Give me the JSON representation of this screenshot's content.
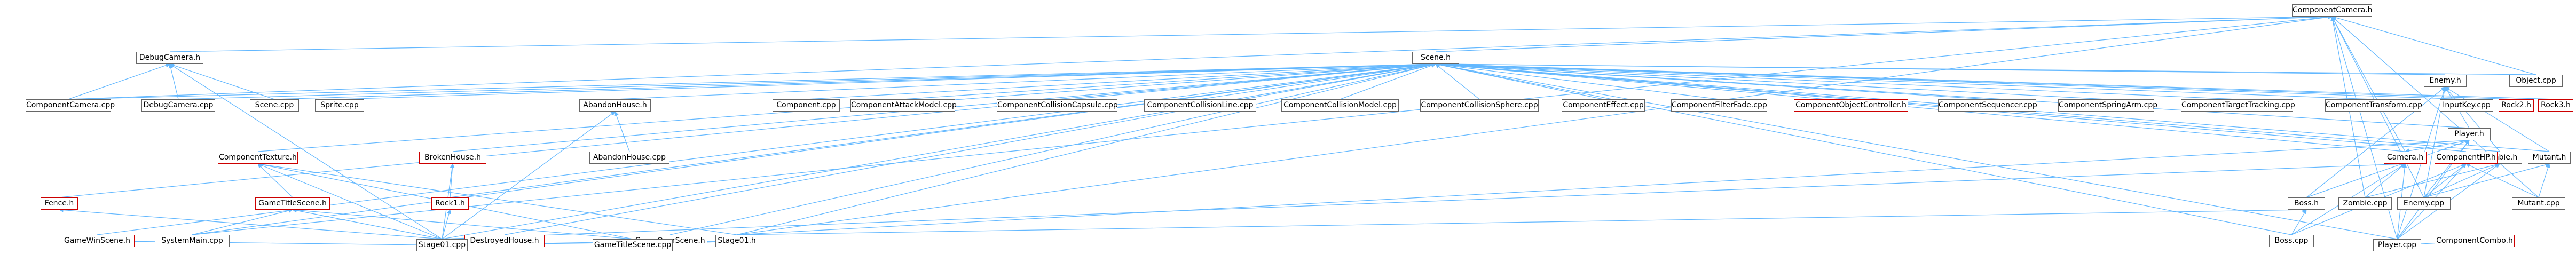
{
  "graph": {
    "nodes": {
      "componentcamera_h": {
        "label": "ComponentCamera.h",
        "kind": "root"
      },
      "debugcamera_h": {
        "label": "DebugCamera.h",
        "kind": "normal"
      },
      "scene_h": {
        "label": "Scene.h",
        "kind": "normal"
      },
      "componentcamera_cpp": {
        "label": "ComponentCamera.cpp",
        "kind": "normal"
      },
      "debugcamera_cpp": {
        "label": "DebugCamera.cpp",
        "kind": "normal"
      },
      "scene_cpp": {
        "label": "Scene.cpp",
        "kind": "normal"
      },
      "sprite_cpp": {
        "label": "Sprite.cpp",
        "kind": "normal"
      },
      "abandonhouse_h": {
        "label": "AbandonHouse.h",
        "kind": "normal"
      },
      "abandonhouse_cpp": {
        "label": "AbandonHouse.cpp",
        "kind": "normal"
      },
      "component_cpp": {
        "label": "Component.cpp",
        "kind": "normal"
      },
      "componentattackmodel_cpp": {
        "label": "ComponentAttackModel.cpp",
        "kind": "normal"
      },
      "componentcollisioncapsule_cpp": {
        "label": "ComponentCollisionCapsule.cpp",
        "kind": "normal"
      },
      "componentcollisionline_cpp": {
        "label": "ComponentCollisionLine.cpp",
        "kind": "normal"
      },
      "componentcollisionmodel_cpp": {
        "label": "ComponentCollisionModel.cpp",
        "kind": "normal"
      },
      "componentcollisionsphere_cpp": {
        "label": "ComponentCollisionSphere.cpp",
        "kind": "normal"
      },
      "componenteffect_cpp": {
        "label": "ComponentEffect.cpp",
        "kind": "normal"
      },
      "componentfilterfade_cpp": {
        "label": "ComponentFilterFade.cpp",
        "kind": "normal"
      },
      "componentobjectcontroller_h": {
        "label": "ComponentObjectController.h",
        "kind": "missing"
      },
      "componentsequencer_cpp": {
        "label": "ComponentSequencer.cpp",
        "kind": "normal"
      },
      "componentspringarm_cpp": {
        "label": "ComponentSpringArm.cpp",
        "kind": "normal"
      },
      "componenttargettracking_cpp": {
        "label": "ComponentTargetTracking.cpp",
        "kind": "normal"
      },
      "componenttransform_cpp": {
        "label": "ComponentTransform.cpp",
        "kind": "normal"
      },
      "inputkey_cpp": {
        "label": "InputKey.cpp",
        "kind": "normal"
      },
      "rock2_h": {
        "label": "Rock2.h",
        "kind": "missing"
      },
      "rock3_h": {
        "label": "Rock3.h",
        "kind": "missing"
      },
      "enemy_h": {
        "label": "Enemy.h",
        "kind": "normal"
      },
      "object_cpp": {
        "label": "Object.cpp",
        "kind": "normal"
      },
      "componenttexture_h": {
        "label": "ComponentTexture.h",
        "kind": "missing"
      },
      "brokenhouse_h": {
        "label": "BrokenHouse.h",
        "kind": "missing"
      },
      "camera_h": {
        "label": "Camera.h",
        "kind": "missing"
      },
      "player_h": {
        "label": "Player.h",
        "kind": "normal"
      },
      "zombie_h": {
        "label": "Zombie.h",
        "kind": "normal"
      },
      "componenthp_h": {
        "label": "ComponentHP.h",
        "kind": "missing"
      },
      "mutant_h": {
        "label": "Mutant.h",
        "kind": "normal"
      },
      "fence_h": {
        "label": "Fence.h",
        "kind": "missing"
      },
      "gametitlescene_h": {
        "label": "GameTitleScene.h",
        "kind": "missing"
      },
      "rock1_h": {
        "label": "Rock1.h",
        "kind": "missing"
      },
      "enemy_cpp": {
        "label": "Enemy.cpp",
        "kind": "normal"
      },
      "zombie_cpp": {
        "label": "Zombie.cpp",
        "kind": "normal"
      },
      "mutant_cpp": {
        "label": "Mutant.cpp",
        "kind": "normal"
      },
      "boss_h": {
        "label": "Boss.h",
        "kind": "normal"
      },
      "gamewinscene_h": {
        "label": "GameWinScene.h",
        "kind": "missing"
      },
      "systemmain_cpp": {
        "label": "SystemMain.cpp",
        "kind": "normal"
      },
      "destroyedhouse_h": {
        "label": "DestroyedHouse.h",
        "kind": "missing"
      },
      "gameoverscene_h": {
        "label": "GameOverScene.h",
        "kind": "missing"
      },
      "stage01_h": {
        "label": "Stage01.h",
        "kind": "normal"
      },
      "boss_cpp": {
        "label": "Boss.cpp",
        "kind": "normal"
      },
      "componentcombo_h": {
        "label": "ComponentCombo.h",
        "kind": "missing"
      },
      "stage01_cpp": {
        "label": "Stage01.cpp",
        "kind": "normal"
      },
      "gametitlescene_cpp": {
        "label": "GameTitleScene.cpp",
        "kind": "normal"
      },
      "player_cpp": {
        "label": "Player.cpp",
        "kind": "normal"
      }
    },
    "edges": [
      [
        "debugcamera_h",
        "componentcamera_h"
      ],
      [
        "scene_h",
        "componentcamera_h"
      ],
      [
        "componentcamera_cpp",
        "componentcamera_h"
      ],
      [
        "camera_h",
        "componentcamera_h"
      ],
      [
        "object_cpp",
        "componentcamera_h"
      ],
      [
        "player_cpp",
        "componentcamera_h"
      ],
      [
        "enemy_cpp",
        "componentcamera_h"
      ],
      [
        "mutant_cpp",
        "componentcamera_h"
      ],
      [
        "zombie_cpp",
        "componentcamera_h"
      ],
      [
        "systemmain_cpp",
        "componentcamera_h"
      ],
      [
        "stage01_h",
        "componentcamera_h"
      ],
      [
        "componentcamera_cpp",
        "debugcamera_h"
      ],
      [
        "debugcamera_cpp",
        "debugcamera_h"
      ],
      [
        "scene_cpp",
        "debugcamera_h"
      ],
      [
        "stage01_cpp",
        "debugcamera_h"
      ],
      [
        "componentcamera_cpp",
        "scene_h"
      ],
      [
        "debugcamera_cpp",
        "scene_h"
      ],
      [
        "scene_cpp",
        "scene_h"
      ],
      [
        "sprite_cpp",
        "scene_h"
      ],
      [
        "abandonhouse_h",
        "scene_h"
      ],
      [
        "component_cpp",
        "scene_h"
      ],
      [
        "componentattackmodel_cpp",
        "scene_h"
      ],
      [
        "componentcollisioncapsule_cpp",
        "scene_h"
      ],
      [
        "componentcollisionline_cpp",
        "scene_h"
      ],
      [
        "componentcollisionmodel_cpp",
        "scene_h"
      ],
      [
        "componentcollisionsphere_cpp",
        "scene_h"
      ],
      [
        "componenteffect_cpp",
        "scene_h"
      ],
      [
        "componentfilterfade_cpp",
        "scene_h"
      ],
      [
        "componentobjectcontroller_h",
        "scene_h"
      ],
      [
        "componentsequencer_cpp",
        "scene_h"
      ],
      [
        "componentspringarm_cpp",
        "scene_h"
      ],
      [
        "componenttargettracking_cpp",
        "scene_h"
      ],
      [
        "componenttransform_cpp",
        "scene_h"
      ],
      [
        "inputkey_cpp",
        "scene_h"
      ],
      [
        "rock2_h",
        "scene_h"
      ],
      [
        "rock3_h",
        "scene_h"
      ],
      [
        "enemy_h",
        "scene_h"
      ],
      [
        "object_cpp",
        "scene_h"
      ],
      [
        "componenttexture_h",
        "scene_h"
      ],
      [
        "brokenhouse_h",
        "scene_h"
      ],
      [
        "camera_h",
        "scene_h"
      ],
      [
        "player_h",
        "scene_h"
      ],
      [
        "zombie_h",
        "scene_h"
      ],
      [
        "componenthp_h",
        "scene_h"
      ],
      [
        "mutant_h",
        "scene_h"
      ],
      [
        "fence_h",
        "scene_h"
      ],
      [
        "rock1_h",
        "scene_h"
      ],
      [
        "gamewinscene_h",
        "scene_h"
      ],
      [
        "systemmain_cpp",
        "scene_h"
      ],
      [
        "destroyedhouse_h",
        "scene_h"
      ],
      [
        "gameoverscene_h",
        "scene_h"
      ],
      [
        "stage01_h",
        "scene_h"
      ],
      [
        "stage01_cpp",
        "scene_h"
      ],
      [
        "boss_cpp",
        "scene_h"
      ],
      [
        "player_cpp",
        "scene_h"
      ],
      [
        "abandonhouse_cpp",
        "abandonhouse_h"
      ],
      [
        "stage01_cpp",
        "abandonhouse_h"
      ],
      [
        "player_h",
        "enemy_h"
      ],
      [
        "zombie_h",
        "enemy_h"
      ],
      [
        "mutant_h",
        "enemy_h"
      ],
      [
        "enemy_cpp",
        "enemy_h"
      ],
      [
        "boss_h",
        "enemy_h"
      ],
      [
        "player_cpp",
        "enemy_h"
      ],
      [
        "gametitlescene_h",
        "componenttexture_h"
      ],
      [
        "stage01_cpp",
        "componenttexture_h"
      ],
      [
        "stage01_h",
        "componenttexture_h"
      ],
      [
        "gametitlescene_cpp",
        "componenttexture_h"
      ],
      [
        "rock1_h",
        "brokenhouse_h"
      ],
      [
        "stage01_cpp",
        "brokenhouse_h"
      ],
      [
        "player_h",
        "camera_h"
      ],
      [
        "zombie_cpp",
        "camera_h"
      ],
      [
        "boss_cpp",
        "camera_h"
      ],
      [
        "player_cpp",
        "camera_h"
      ],
      [
        "stage01_cpp",
        "camera_h"
      ],
      [
        "boss_h",
        "player_h"
      ],
      [
        "stage01_h",
        "player_h"
      ],
      [
        "enemy_cpp",
        "player_h"
      ],
      [
        "player_cpp",
        "player_h"
      ],
      [
        "zombie_cpp",
        "zombie_h"
      ],
      [
        "enemy_cpp",
        "zombie_h"
      ],
      [
        "player_cpp",
        "zombie_h"
      ],
      [
        "enemy_cpp",
        "componenthp_h"
      ],
      [
        "mutant_cpp",
        "componenthp_h"
      ],
      [
        "boss_cpp",
        "componenthp_h"
      ],
      [
        "player_cpp",
        "componenthp_h"
      ],
      [
        "mutant_cpp",
        "mutant_h"
      ],
      [
        "enemy_cpp",
        "mutant_h"
      ],
      [
        "stage01_cpp",
        "fence_h"
      ],
      [
        "systemmain_cpp",
        "gametitlescene_h"
      ],
      [
        "gametitlescene_cpp",
        "gametitlescene_h"
      ],
      [
        "stage01_cpp",
        "gametitlescene_h"
      ],
      [
        "stage01_cpp",
        "rock1_h"
      ],
      [
        "boss_cpp",
        "boss_h"
      ],
      [
        "stage01_h",
        "boss_h"
      ],
      [
        "stage01_cpp",
        "gamewinscene_h"
      ],
      [
        "stage01_cpp",
        "destroyedhouse_h"
      ],
      [
        "stage01_cpp",
        "gameoverscene_h"
      ],
      [
        "gametitlescene_cpp",
        "gameoverscene_h"
      ],
      [
        "stage01_cpp",
        "stage01_h"
      ],
      [
        "gametitlescene_cpp",
        "stage01_h"
      ],
      [
        "player_cpp",
        "componentcombo_h"
      ]
    ]
  }
}
